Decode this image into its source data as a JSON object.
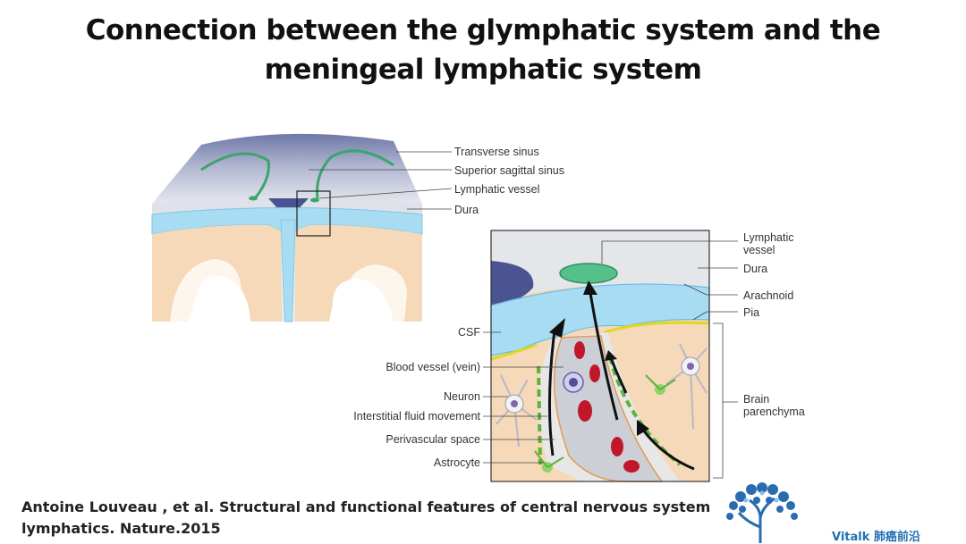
{
  "title": {
    "line1": "Connection between the glymphatic system and the",
    "line2": "meningeal lymphatic system"
  },
  "overview_labels": {
    "transverse_sinus": "Transverse sinus",
    "superior_sagittal_sinus": "Superior sagittal sinus",
    "lymphatic_vessel": "Lymphatic vessel",
    "dura": "Dura"
  },
  "detail_labels_right": {
    "lymphatic_vessel_1": "Lymphatic",
    "lymphatic_vessel_2": "vessel",
    "dura": "Dura",
    "arachnoid": "Arachnoid",
    "pia": "Pia",
    "brain_parenchyma_1": "Brain",
    "brain_parenchyma_2": "parenchyma"
  },
  "detail_labels_left": {
    "csf": "CSF",
    "blood_vessel": "Blood vessel (vein)",
    "neuron": "Neuron",
    "interstitial_fluid": "Interstitial fluid movement",
    "perivascular_space": "Perivascular space",
    "astrocyte": "Astrocyte"
  },
  "citation": {
    "line1": "Antoine Louveau , et al. Structural and functional features of central nervous system",
    "line2": "lymphatics. Nature.2015"
  },
  "brand": {
    "text": "Vitalk 肺癌前沿"
  },
  "colors": {
    "dura": "#e4e6ea",
    "sinus": "#4a5490",
    "arachnoid": "#7cc7ea",
    "brain": "#f5d9b8",
    "lymphatic": "#3aa56c",
    "pia": "#e0d81e",
    "rbc": "#c0182a",
    "logo": "#2b6cb0"
  }
}
